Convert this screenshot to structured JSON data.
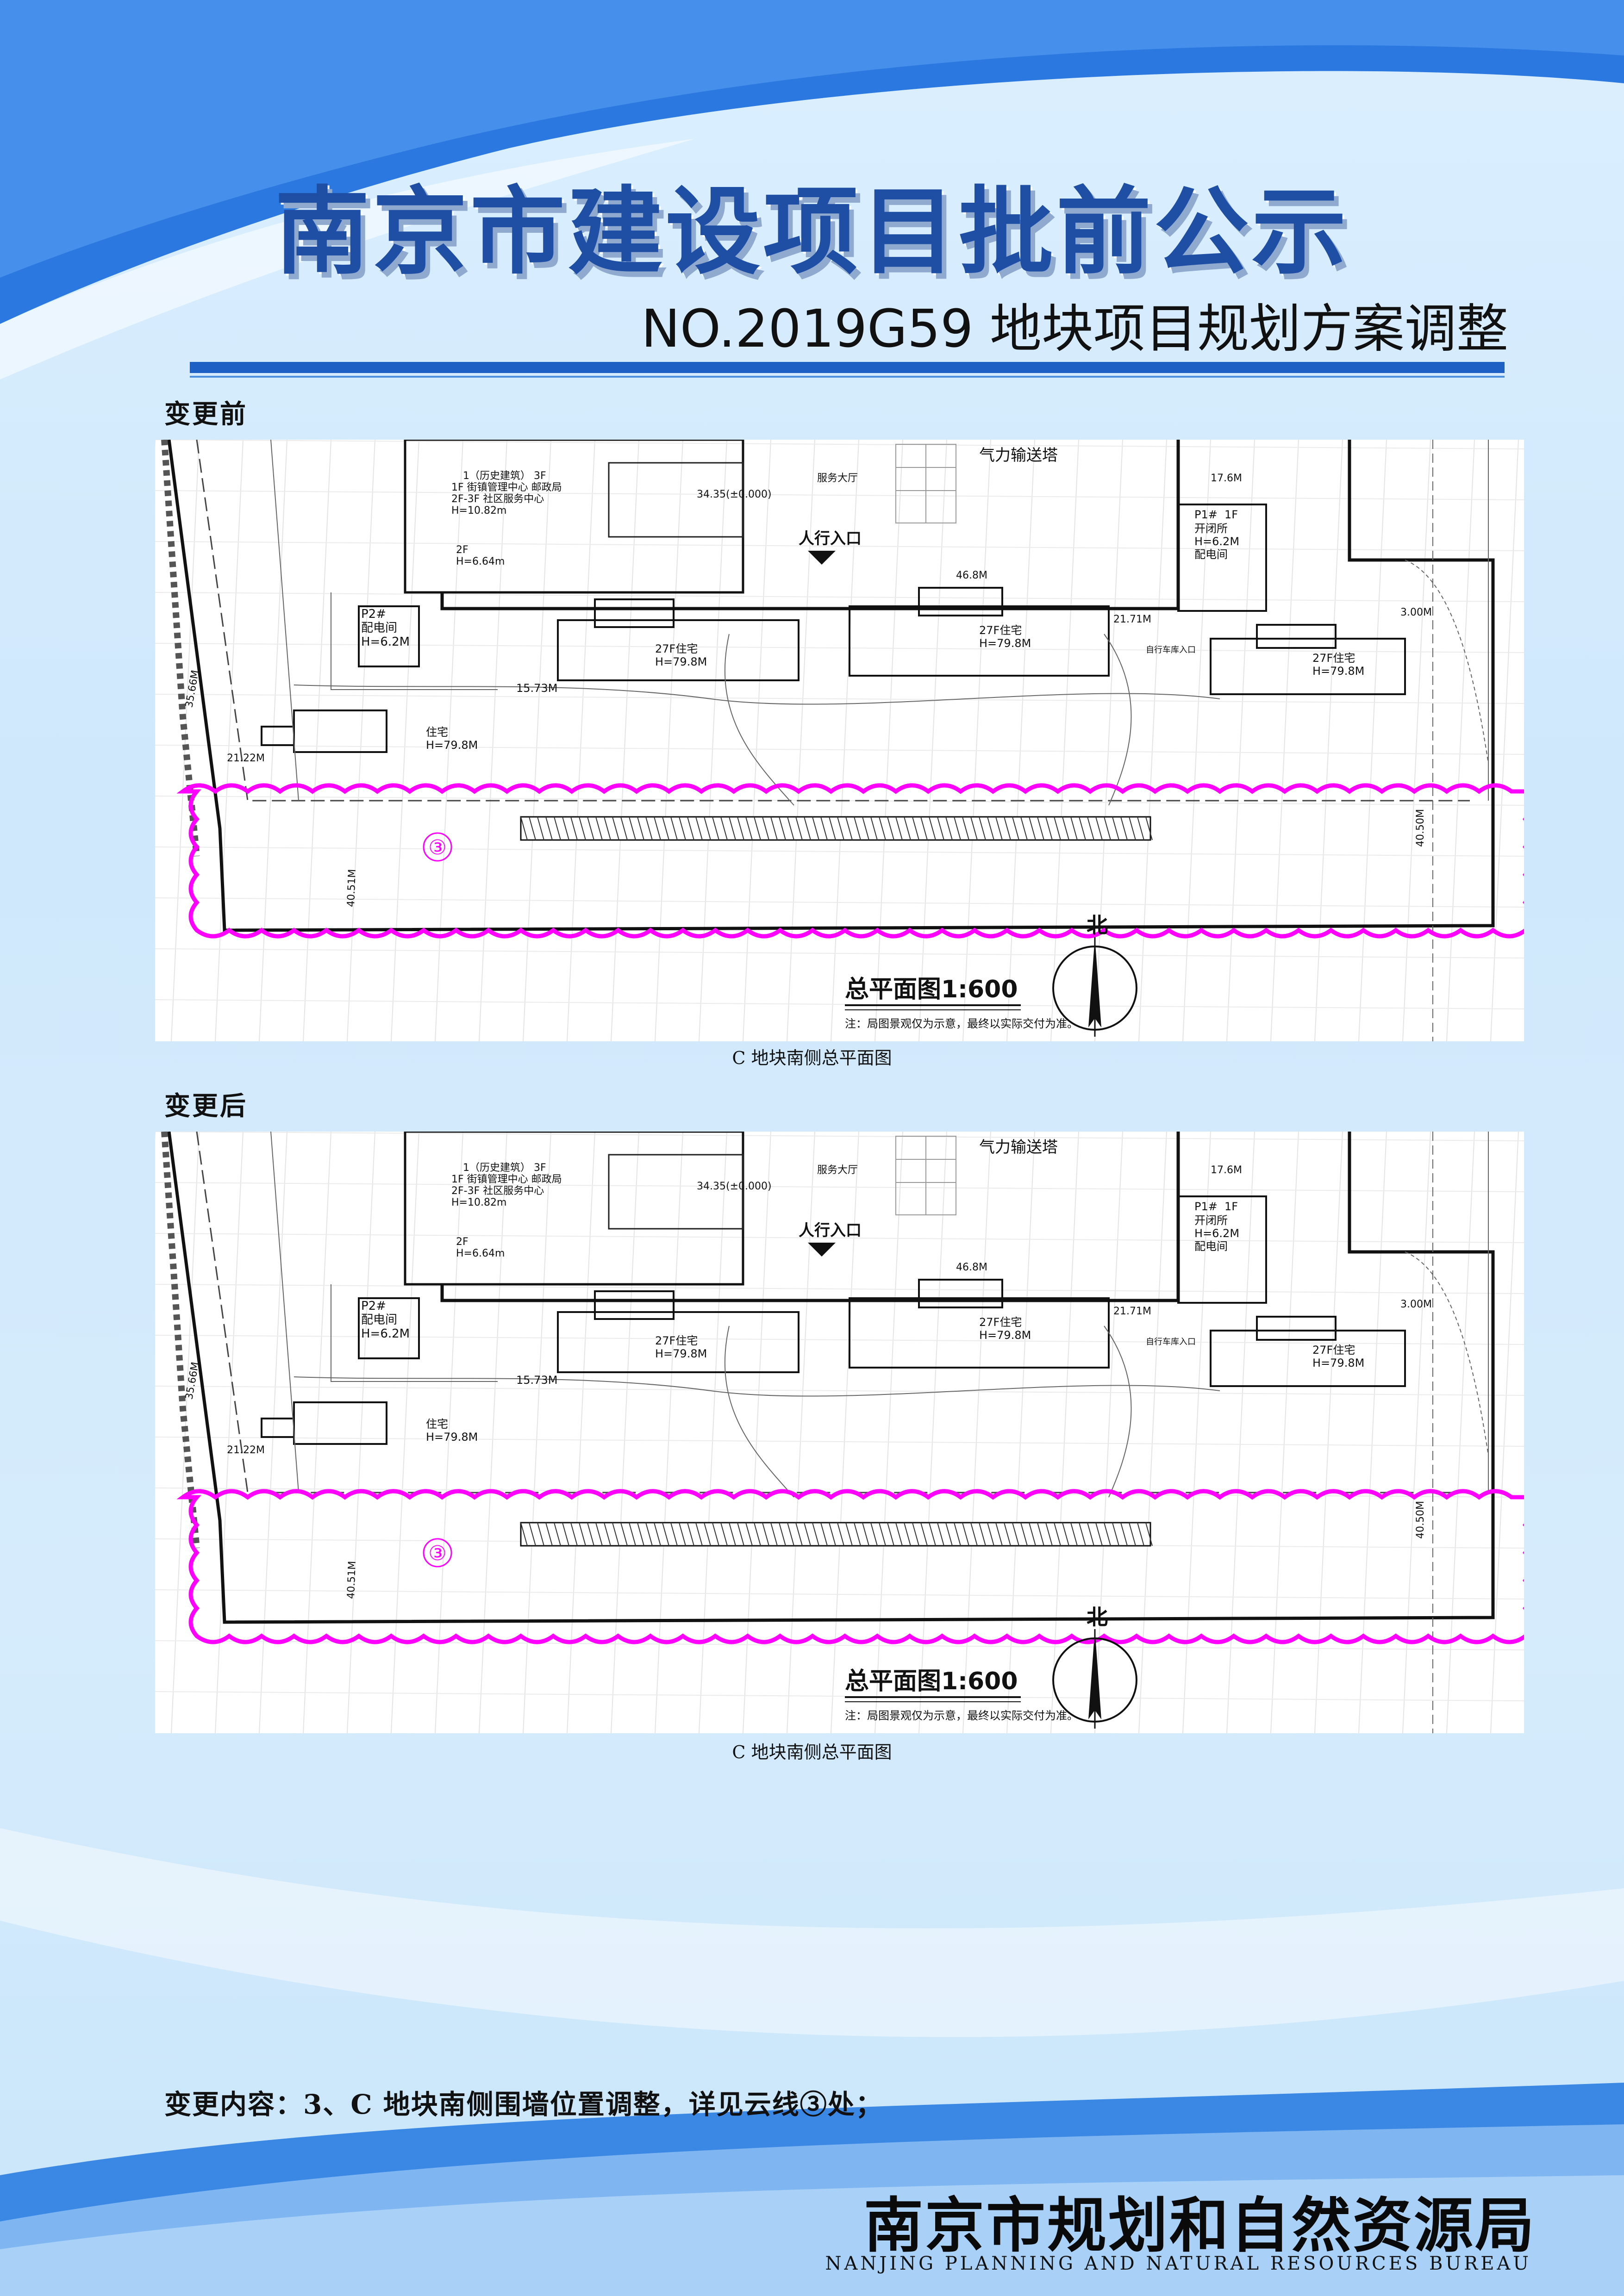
{
  "header": {
    "title": "南京市建设项目批前公示",
    "subtitle": "NO.2019G59 地块项目规划方案调整"
  },
  "sections": [
    {
      "label": "变更前",
      "caption": "C 地块南侧总平面图",
      "plan": {
        "north": "北",
        "scale_title": "总平面图1:600",
        "note": "注：局图景观仅为示意，最终以实际交付为准。",
        "cloud_marker": "③",
        "labels": {
          "pneumatic_tower": "气力输送塔",
          "pedestrian_entry": "人行入口",
          "service_hall": "服务大厅",
          "heritage_building": "1（历史建筑） 3F",
          "heritage_l2": "1F 街镇管理中心  邮政局",
          "heritage_l3": "2F-3F 社区服务中心",
          "heritage_l4": "H=10.82m",
          "elev_main": "34.35(±0.000)",
          "f2": "2F",
          "h664": "H=6.64m",
          "p2": "P2#",
          "p2_room": "配电间",
          "p2_h": "H=6.2M",
          "p1": "P1#",
          "p1_room": "开闭所",
          "p1_h": "H=6.2M",
          "p1_room2": "配电间",
          "p1_f": "1F",
          "res_left": "住宅",
          "res_mid": "27F住宅",
          "res_mid_h": "H=79.8M",
          "res_right": "27F住宅",
          "res_right_h": "H=79.8M",
          "res_far": "27F住宅",
          "res_far_h": "H=79.8M",
          "res_left_h": "H=79.8M",
          "d_2171": "21.71M",
          "d_2122": "21.22M",
          "d_4649": "46.8M",
          "d_1756": "17.6M",
          "d_3566": "35.66M",
          "d_4051": "40.51M",
          "d_4050": "40.50M",
          "d_1573": "15.73M",
          "d_3003": "3.00M",
          "car_entry": "自行车库入口"
        }
      }
    },
    {
      "label": "变更后",
      "caption": "C 地块南侧总平面图",
      "plan": {
        "north": "北",
        "scale_title": "总平面图1:600",
        "note": "注：局图景观仅为示意，最终以实际交付为准。",
        "cloud_marker": "③",
        "labels": {
          "pneumatic_tower": "气力输送塔",
          "pedestrian_entry": "人行入口",
          "service_hall": "服务大厅",
          "heritage_building": "1（历史建筑） 3F",
          "heritage_l2": "1F 街镇管理中心  邮政局",
          "heritage_l3": "2F-3F 社区服务中心",
          "heritage_l4": "H=10.82m",
          "elev_main": "34.35(±0.000)",
          "f2": "2F",
          "h664": "H=6.64m",
          "p2": "P2#",
          "p2_room": "配电间",
          "p2_h": "H=6.2M",
          "p1": "P1#",
          "p1_room": "开闭所",
          "p1_h": "H=6.2M",
          "p1_room2": "配电间",
          "p1_f": "1F",
          "res_left": "住宅",
          "res_mid": "27F住宅",
          "res_mid_h": "H=79.8M",
          "res_right": "27F住宅",
          "res_right_h": "H=79.8M",
          "res_far": "27F住宅",
          "res_far_h": "H=79.8M",
          "res_left_h": "H=79.8M",
          "d_2171": "21.71M",
          "d_2122": "21.22M",
          "d_4649": "46.8M",
          "d_1756": "17.6M",
          "d_3566": "35.66M",
          "d_4051": "40.51M",
          "d_4050": "40.50M",
          "d_1573": "15.73M",
          "d_3003": "3.00M",
          "car_entry": "自行车库入口"
        }
      }
    }
  ],
  "content": "变更内容：3、C 地块南侧围墙位置调整，详见云线③处；",
  "footer": {
    "org_cn": "南京市规划和自然资源局",
    "org_en": "NANJING PLANNING AND NATURAL RESOURCES BUREAU"
  },
  "colors": {
    "title_blue": "#1f4fa4",
    "rule_blue": "#1f60c4",
    "cloud_magenta": "#ff00ff"
  }
}
